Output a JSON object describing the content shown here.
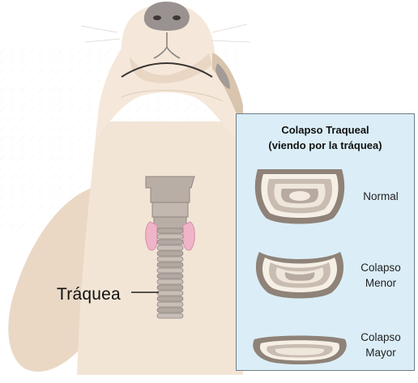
{
  "trachea_label": "Tráquea",
  "panel": {
    "title_line1": "Colapso Traqueal",
    "title_line2": "(viendo por la tráquea)",
    "stages": [
      {
        "label_line1": "Normal",
        "label_line2": ""
      },
      {
        "label_line1": "Colapso",
        "label_line2": "Menor"
      },
      {
        "label_line1": "Colapso",
        "label_line2": "Mayor"
      }
    ]
  },
  "colors": {
    "dog_fur": "#f3e5d6",
    "dog_shadow": "#e6d2bd",
    "nose": "#9a9290",
    "panel_bg": "#dbeef7",
    "panel_border": "#6f7f88",
    "cartilage": "#b8aea6",
    "thyroid": "#efb4c8",
    "ring_light": "#f6efe6",
    "ring_dark": "#8f8278"
  }
}
